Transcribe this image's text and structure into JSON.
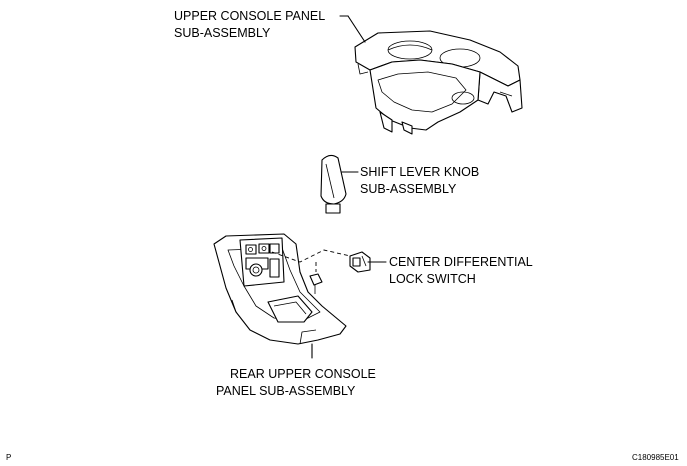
{
  "labels": {
    "upper_console": [
      "UPPER CONSOLE PANEL",
      "SUB-ASSEMBLY"
    ],
    "shift_knob": [
      "SHIFT LEVER KNOB",
      "SUB-ASSEMBLY"
    ],
    "diff_switch": [
      "CENTER DIFFERENTIAL",
      "LOCK SWITCH"
    ],
    "rear_console": [
      "REAR UPPER CONSOLE",
      "PANEL SUB-ASSEMBLY"
    ]
  },
  "footer": {
    "page_marker": "P",
    "figure_code": "C180985E01"
  }
}
